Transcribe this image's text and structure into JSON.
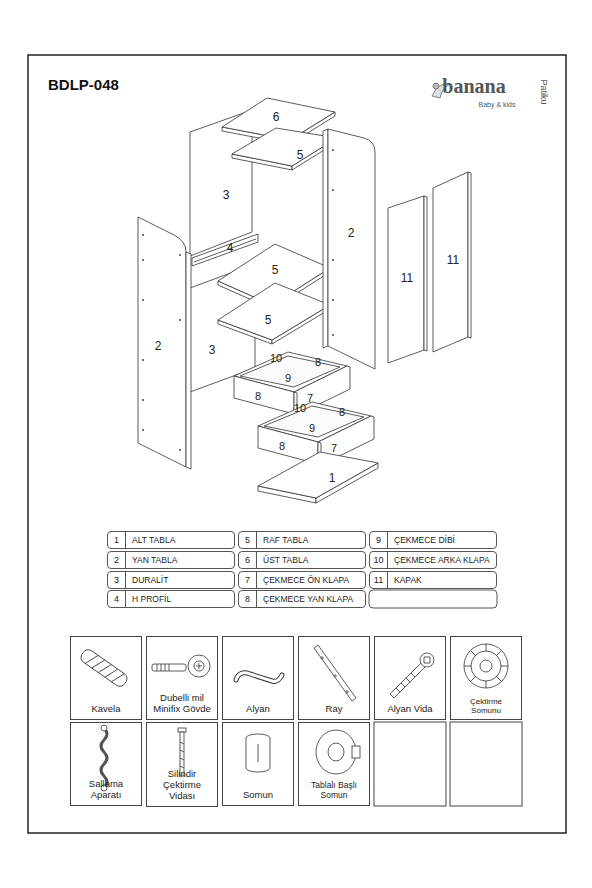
{
  "diagram": {
    "title": "BDLP-048",
    "nodes": [
      {
        "text": [
          "1",
          "ALT TABLA"
        ]
      },
      {
        "text": [
          "5",
          "RAF TABLA"
        ]
      },
      {
        "text": [
          "9",
          "ÇEKMECE DİBİ"
        ]
      },
      {
        "text": [
          "2",
          "YAN TABLA"
        ]
      },
      {
        "text": [
          "6",
          "ÜST TABLA"
        ]
      },
      {
        "text": [
          "10",
          "ÇEKMECE ARKA KLAPA"
        ]
      },
      {
        "text": [
          "3",
          "DURALİT"
        ]
      },
      {
        "text": [
          "7",
          "ÇEKMECE ÖN KLAPA"
        ]
      },
      {
        "text": [
          "11",
          "KAPAK"
        ]
      },
      {
        "text": [
          "4",
          "H PROFİL"
        ]
      },
      {
        "text": [
          "8",
          "ÇEKMECE YAN KLAPA"
        ]
      },
      {
        "text": [
          "Kavela"
        ]
      },
      {
        "text": [
          "Dubelli mil Minifix Gövde"
        ]
      },
      {
        "text": [
          "Alyan"
        ]
      },
      {
        "text": [
          "Ray"
        ]
      },
      {
        "text": [
          "Alyan Vida"
        ]
      },
      {
        "text": [
          "Çektirme Somunu"
        ]
      },
      {
        "text": [
          "Sallama Aparatı"
        ]
      },
      {
        "text": [
          "Silindir Çektirme Vidası"
        ]
      },
      {
        "text": [
          "Somun"
        ]
      },
      {
        "text": [
          "Tablalı Başlı Somun"
        ]
      }
    ],
    "labels": [
      "banana",
      "Baby & kids",
      "Patiku",
      "6",
      "5",
      "3",
      "2",
      "4",
      "11",
      "11",
      "5",
      "2",
      "5",
      "3",
      "10",
      "8",
      "9",
      "8",
      "7",
      "10",
      "8",
      "9",
      "8",
      "7",
      "1"
    ]
  }
}
